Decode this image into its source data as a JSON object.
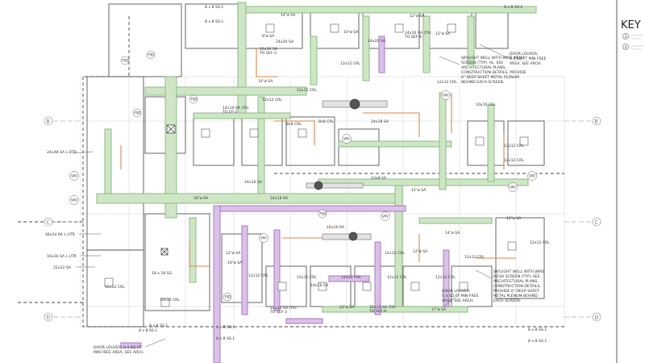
{
  "colors": {
    "supply": "#7fb87a",
    "supply_fill": "#cfe6c6",
    "return": "#a56cc1",
    "return_fill": "#d9c2e6",
    "exhaust": "#e0864a",
    "existing": "#8a8a8a",
    "wall": "#555555",
    "line": "#333333"
  },
  "key": {
    "title": "KEY",
    "item_1": "1",
    "item_2": "2"
  },
  "grid": {
    "row_b": "B",
    "row_c": "C",
    "row_d": "D"
  },
  "notes": {
    "door_louver_top": [
      "DOOR LOUVER,",
      "0.4 SQ FT MIN FREE",
      "AREA, SEE ARCH."
    ],
    "skylight_top": [
      "SKYLIGHT WELL WITH WIRE MESH",
      "SCREEN (TYP). AL. SEE",
      "ARCHITECTURAL PLANS,",
      "CONSTRUCTION DETAILS, PROVIDE",
      "6\" DEEP SHEET METAL PLENUM",
      "BEHIND EACH SCREEN."
    ],
    "skylight_bottom": [
      "SKYLIGHT WELL WITH WIRE",
      "MESH SCREEN (TYP.) SEE",
      "ARCHITECTURAL PLANS,",
      "CONSTRUCTION DETAILS,",
      "PROVIDE 6\" DEEP SHEET",
      "METAL PLENUM BEHIND",
      "EACH SCREEN."
    ],
    "door_louver_bottom_right": [
      "DOOR LOUVER,",
      "0.4 SQ FT MIN FREE",
      "AREA, SEE ARCH."
    ],
    "door_louver_bottom_left": [
      "DOOR LOUVER, 0.4 SQ FT",
      "MIN FREE AREA, SEE ARCH."
    ]
  },
  "labels": {
    "l01": "8 x 8 SS-1",
    "l02": "8 x 8 SS-1",
    "l03": "14\"ø SA",
    "l04": "8 x 8 SS-1",
    "l05": "12\"ø SA",
    "l06": "10\"ø SA",
    "l07": "24x20 SA",
    "l08": "24x20 SA (TA)",
    "l09": "TO SEF-9",
    "l10": "12\"ø SA",
    "l11": "8\"ø SA",
    "l12": "16x16 SA",
    "l13": "TO SEF-3",
    "l14": "14\"ø SA",
    "l15": "24x20 SA",
    "l16": "12x12 CRL",
    "l17": "12x12 CRL",
    "l18": "10x10 CRL",
    "l19": "12x12 CRL",
    "l20": "12x12 CRL",
    "l21": "14x14 SA (TA)",
    "l22": "TO EF-2",
    "l23": "8x8 CRL",
    "l24": "8x8 CRL",
    "l25": "24x18 SA",
    "l26": "24x48 SA L DTR",
    "l27": "14\"ø SA",
    "l28": "12x12 CRL",
    "l29": "12x12 CRL",
    "l30": "16x16 SA",
    "l31": "16\"ø RA",
    "l32": "24x18 RA",
    "l33": "12\"ø SA",
    "l34": "12\"ø SA",
    "l35": "10x8 SA",
    "l36": "16x16 RA",
    "l37": "12\"ø SA",
    "l38": "12x12 CRL",
    "l39": "12x12 CRL",
    "l40": "12x12 CRL",
    "l41": "48x24 RA L UTR",
    "l42": "16x16 SA L UTR",
    "l43": "22x22 SA",
    "l44": "18 x 18 SG",
    "l45": "12x12 CRL",
    "l46": "12x12 CRL",
    "l47": "12x12 CRL",
    "l48": "12x12 CRL",
    "l49": "12x12 CRL",
    "l50": "12x12 CRL",
    "l51": "16x16 SA",
    "l52": "10x10 CRL",
    "l53": "22x22 SA (TA)",
    "l54": "TO SEF-3",
    "l55": "12\"ø SA",
    "l56": "32x24 SA (TA)",
    "l57": "TO SEF-9",
    "l58": "17\"ø SA",
    "l59": "8 x 8 SS-1",
    "l60": "8 x 8 SS-1",
    "l61": "8 x 8 SS-1",
    "l62": "8 x 8 SS-1",
    "l63": "8 x 8 SS-1",
    "l64": "8 x 8 SS-1",
    "l65": "12\"ø SA",
    "l66": "10\"ø SA"
  },
  "tags": {
    "fsd": "FSD",
    "vav": "VAV"
  }
}
